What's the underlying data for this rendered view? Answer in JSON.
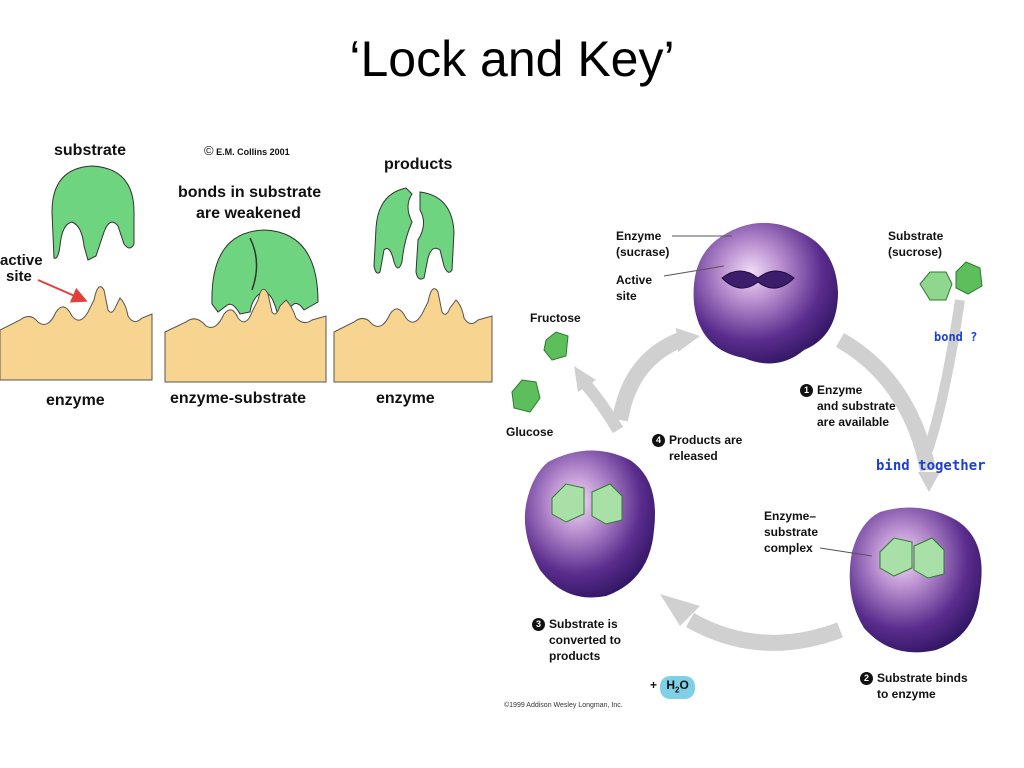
{
  "title": "‘Lock and Key’",
  "lock_key": {
    "substrate": "substrate",
    "copyright": "E.M. Collins 2001",
    "copyright_symbol": "©",
    "products": "products",
    "bonds_line1": "bonds in substrate",
    "bonds_line2": "are weakened",
    "active_line1": "active",
    "active_line2": "site",
    "enzyme_left": "enzyme",
    "enzyme_substrate": "enzyme-substrate",
    "enzyme_right": "enzyme"
  },
  "cycle": {
    "enzyme_line1": "Enzyme",
    "enzyme_line2": "(sucrase)",
    "active_line1": "Active",
    "active_line2": "site",
    "substrate_line1": "Substrate",
    "substrate_line2": "(sucrose)",
    "bond_q": "bond ?",
    "fructose": "Fructose",
    "glucose": "Glucose",
    "step1_num": "1",
    "step1_line1": "Enzyme",
    "step1_line2": "and substrate",
    "step1_line3": "are available",
    "step4_num": "4",
    "step4_line1": "Products are",
    "step4_line2": "released",
    "bind_together": "bind together",
    "complex_line1": "Enzyme–",
    "complex_line2": "substrate",
    "complex_line3": "complex",
    "step3_num": "3",
    "step3_line1": "Substrate is",
    "step3_line2": "converted to",
    "step3_line3": "products",
    "step2_num": "2",
    "step2_line1": "Substrate binds",
    "step2_line2": "to enzyme",
    "water_plus": "+",
    "water_h": "H",
    "water_sub": "2",
    "water_o": "O",
    "copyright": "©1999 Addison Wesley Longman, Inc."
  },
  "colors": {
    "substrate_green": "#6fd47f",
    "enzyme_tan": "#f7d48f",
    "enzyme_purple": "#5a2d8c",
    "arrow_gray": "#c9c9c9",
    "blue_text": "#1f3fd1",
    "arrow_red": "#e0403a"
  }
}
